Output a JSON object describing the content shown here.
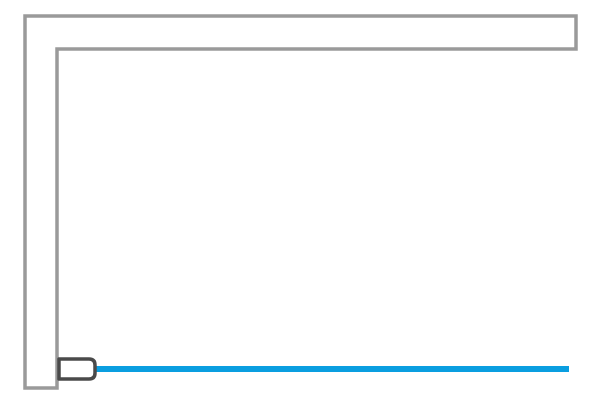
{
  "colors": {
    "background": "#ffffff",
    "wall_outline": "#9a9a9a",
    "wall_fill": "#ffffff",
    "glass_panel": "#0a9ee0",
    "hinge_outline": "#4a4a4a",
    "hinge_fill": "#ffffff"
  },
  "diagram": {
    "elements": [
      {
        "id": "wall",
        "label": ""
      },
      {
        "id": "hinge",
        "label": ""
      },
      {
        "id": "glass-panel",
        "label": ""
      }
    ]
  }
}
